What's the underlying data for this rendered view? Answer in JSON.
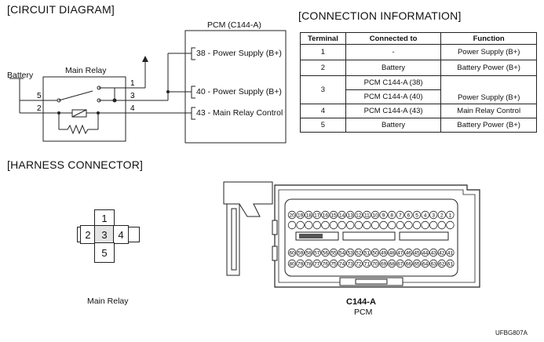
{
  "headings": {
    "circuit": "[CIRCUIT DIAGRAM]",
    "connection": "[CONNECTION INFORMATION]",
    "harness": "[HARNESS CONNECTOR]"
  },
  "circuit": {
    "pcm_label": "PCM (C144-A)",
    "relay_label": "Main Relay",
    "battery_label": "Battery",
    "relay_pins": [
      "1",
      "3",
      "4",
      "5",
      "2"
    ],
    "pcm_pins": [
      {
        "num": "38",
        "text": " - Power Supply (B+)"
      },
      {
        "num": "40",
        "text": " - Power Supply (B+)"
      },
      {
        "num": "43",
        "text": " - Main Relay Control"
      }
    ]
  },
  "connection_table": {
    "headers": [
      "Terminal",
      "Connected to",
      "Function"
    ],
    "rows": [
      {
        "terminal": "1",
        "connected": "-",
        "function": "Power Supply (B+)"
      },
      {
        "terminal": "2",
        "connected": "Battery",
        "function": "Battery Power (B+)"
      },
      {
        "terminal": "3",
        "connected_a": "PCM C144-A (38)",
        "connected_b": "PCM C144-A (40)",
        "function": "Power Supply (B+)"
      },
      {
        "terminal": "4",
        "connected": "PCM C144-A (43)",
        "function": "Main Relay Control"
      },
      {
        "terminal": "5",
        "connected": "Battery",
        "function": "Battery Power (B+)"
      }
    ]
  },
  "harness": {
    "relay_pins": [
      "1",
      "2",
      "3",
      "4",
      "5"
    ],
    "relay_caption": "Main Relay",
    "pcm_caption": "C144-A",
    "pcm_sub": "PCM",
    "row1_pins": [
      "20",
      "19",
      "18",
      "17",
      "16",
      "15",
      "14",
      "13",
      "12",
      "11",
      "10",
      "9",
      "8",
      "7",
      "6",
      "5",
      "4",
      "3",
      "2",
      "1"
    ],
    "row3_pins": [
      "60",
      "59",
      "58",
      "57",
      "56",
      "55",
      "54",
      "53",
      "52",
      "51",
      "50",
      "49",
      "48",
      "47",
      "46",
      "45",
      "44",
      "43",
      "42",
      "41"
    ],
    "row4_pins": [
      "80",
      "79",
      "78",
      "77",
      "76",
      "75",
      "74",
      "73",
      "72",
      "71",
      "70",
      "69",
      "68",
      "67",
      "66",
      "65",
      "64",
      "63",
      "62",
      "61"
    ]
  },
  "figure_code": "UFBG807A"
}
